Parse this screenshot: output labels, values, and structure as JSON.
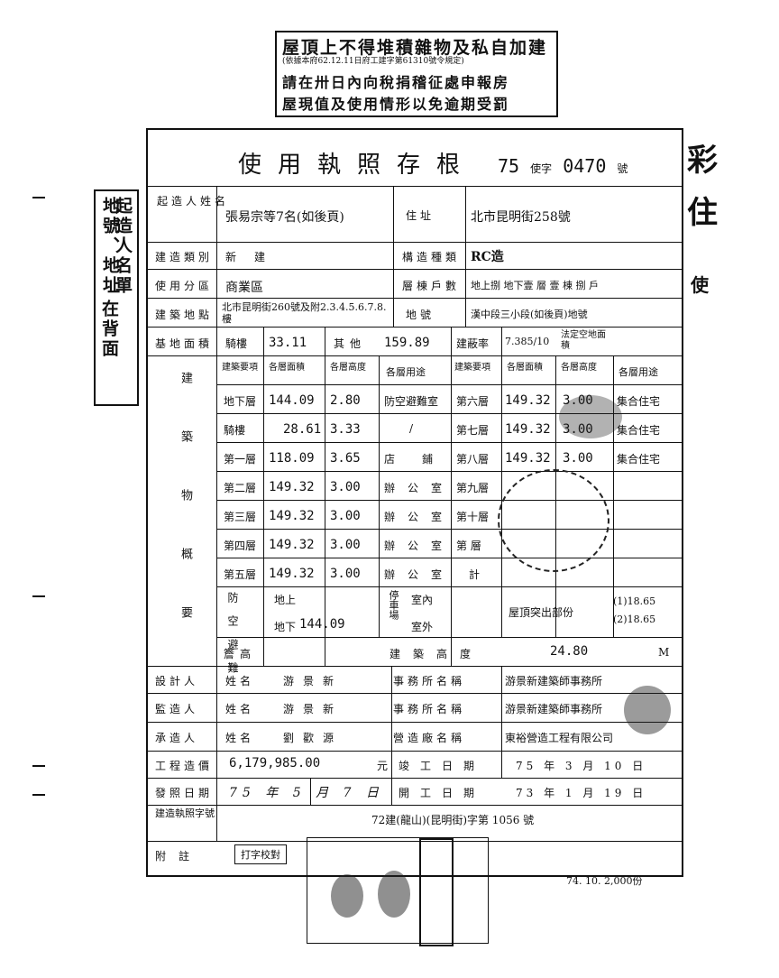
{
  "stamp": {
    "line1": "屋頂上不得堆積雜物及私自加建",
    "line2": "(依據本府62.12.11日府工建字第61310號令規定)",
    "line3": "請在卅日內向稅捐稽征處申報房",
    "line4": "屋現值及使用情形以免逾期受罰"
  },
  "side_box": {
    "col1": "起造人名單",
    "col2": "地號、地址",
    "col3": "在背面"
  },
  "form": {
    "title": "使用執照存根",
    "license_year": "75",
    "license_word": "使字",
    "license_no": "0470",
    "license_suffix": "號",
    "owner_label": "起造人姓名",
    "owner_value": "張易宗等7名(如後頁)",
    "address_label": "住址",
    "address_value": "北市昆明街258號",
    "build_type_label": "建造類別",
    "build_type_value": "新建",
    "structure_label": "構造種類",
    "structure_value": "RC造",
    "zone_label": "使用分區",
    "zone_value": "商業區",
    "floors_label": "層棟戶數",
    "floors_value": "地上捌 地下壹 層 壹 棟 捌 戶",
    "site_label": "建築地點",
    "site_value": "北市昆明街260號及附2.3.4.5.6.7.8.樓",
    "lot_label": "地號",
    "lot_value": "漢中段三小段(如後頁)地號",
    "base_area_label": "基地面積",
    "arcade_label": "騎樓",
    "arcade_area": "33.11",
    "other_label": "其他",
    "other_area": "159.89",
    "coverage_label": "建蔽率",
    "coverage_value": "7.385/10",
    "fixed_area_label": "法定空地面積",
    "building_header": "建築物概要",
    "col_headers": [
      "建築要項",
      "各層面積",
      "各層高度",
      "各層用途",
      "建築要項",
      "各層面積",
      "各層高度",
      "各層用途"
    ],
    "floors_left": [
      {
        "name": "地下層",
        "area": "144.09",
        "height": "2.80",
        "use": "防空避難室"
      },
      {
        "name": "騎樓",
        "area": "28.61",
        "height": "3.33",
        "use": "/"
      },
      {
        "name": "第一層",
        "area": "118.09",
        "height": "3.65",
        "use": "店鋪"
      },
      {
        "name": "第二層",
        "area": "149.32",
        "height": "3.00",
        "use": "辦公室"
      },
      {
        "name": "第三層",
        "area": "149.32",
        "height": "3.00",
        "use": "辦公室"
      },
      {
        "name": "第四層",
        "area": "149.32",
        "height": "3.00",
        "use": "辦公室"
      },
      {
        "name": "第五層",
        "area": "149.32",
        "height": "3.00",
        "use": "辦公室"
      }
    ],
    "floors_right": [
      {
        "name": "第六層",
        "area": "149.32",
        "height": "3.00",
        "use": "集合住宅"
      },
      {
        "name": "第七層",
        "area": "149.32",
        "height": "3.00",
        "use": "集合住宅"
      },
      {
        "name": "第八層",
        "area": "149.32",
        "height": "3.00",
        "use": "集合住宅"
      },
      {
        "name": "第九層",
        "area": "",
        "height": "",
        "use": ""
      },
      {
        "name": "第十層",
        "area": "",
        "height": "",
        "use": ""
      },
      {
        "name": "第 層",
        "area": "",
        "height": "",
        "use": ""
      },
      {
        "name": "計",
        "area": "",
        "height": "",
        "use": ""
      }
    ],
    "shelter_label": "防空避難",
    "shelter_above": "地上",
    "shelter_below": "地下",
    "shelter_below_area": "144.09",
    "parking_label": "停車場",
    "parking_in": "室內",
    "parking_out": "室外",
    "roof_label": "屋頂突出部份",
    "roof_1": "(1)18.65",
    "roof_2": "(2)18.65",
    "eave_label": "簷高",
    "height_label": "建築高度",
    "height_value": "24.80",
    "designer_label": "設計人",
    "supervisor_label": "監造人",
    "contractor_label": "承造人",
    "name_label": "姓名",
    "designer_name": "游景新",
    "supervisor_name": "游景新",
    "contractor_name": "劉歡源",
    "office_label": "事務所名稱",
    "designer_office": "游景新建築師事務所",
    "supervisor_office": "游景新建築師事務所",
    "company_label": "營造廠名稱",
    "company_name": "東裕營造工程有限公司",
    "cost_label": "工程造價",
    "cost_value": "6,179,985.00",
    "cost_unit": "元",
    "completion_label": "竣工日期",
    "completion_value": "75 年 3 月 10 日",
    "issue_label": "發照日期",
    "issue_value": "75 年 5 月 7 日",
    "start_label": "開工日期",
    "start_value": "73 年 1 月 19 日",
    "permit_label": "建造執照字號",
    "permit_value": "72建(龍山)(昆明街)字第 1056 號",
    "note_label": "附註",
    "proof_label": "打字校對",
    "print_note": "74. 10. 2,000份",
    "unit_m": "M",
    "unit_m2": "M²"
  }
}
